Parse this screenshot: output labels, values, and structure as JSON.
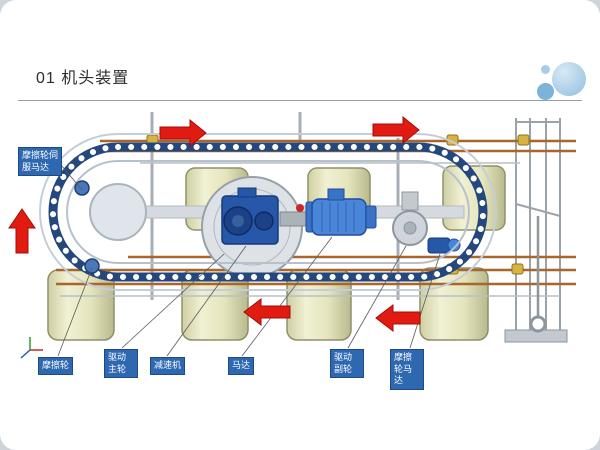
{
  "slide": {
    "title": "01 机头装置"
  },
  "annotations": {
    "friction_wheel_servo_motor": "摩擦轮伺服马达",
    "friction_wheel": "摩擦轮",
    "drive_main_wheel": "驱动主轮",
    "reducer": "减速机",
    "motor": "马达",
    "drive_aux_wheel": "驱动副轮",
    "friction_wheel_motor": "摩擦轮马达"
  },
  "arrows": [
    {
      "id": "arrow-top-left",
      "direction": "right"
    },
    {
      "id": "arrow-top-right",
      "direction": "right"
    },
    {
      "id": "arrow-left-up",
      "direction": "up"
    },
    {
      "id": "arrow-bottom-middle",
      "direction": "left"
    },
    {
      "id": "arrow-bottom-right",
      "direction": "left"
    }
  ],
  "icons": {
    "logo": "decorative-bubbles-icon",
    "axes": "coordinate-axes-icon"
  },
  "style": {
    "annotation_bg": "#2e68b1",
    "annotation_fg": "#ffffff",
    "arrow_color": "#e11b12",
    "logo_circle_color": "#8fbede",
    "chain_color": "#24477d",
    "drum_color": "#e8e8c2"
  }
}
